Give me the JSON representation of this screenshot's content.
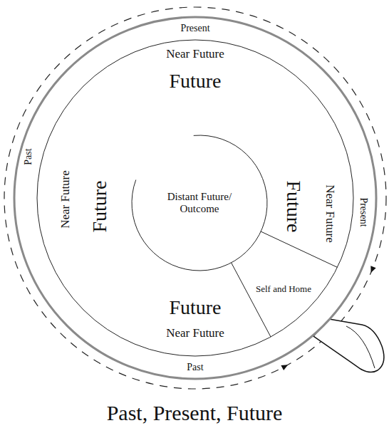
{
  "diagram": {
    "title": "Past, Present, Future",
    "nodes": [
      {
        "text": [
          "Distant Future/ Outcome"
        ]
      },
      {
        "text": [
          "Self and Home"
        ]
      }
    ],
    "labels": [
      "Present",
      "Near Future",
      "Future",
      "Past",
      "Near Future",
      "Future",
      "Future",
      "Near Future",
      "Present",
      "Future",
      "Near Future",
      "Past"
    ]
  }
}
